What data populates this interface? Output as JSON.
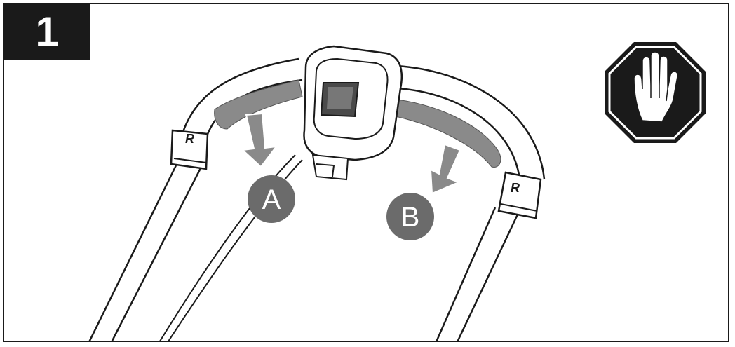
{
  "step": {
    "number": "1"
  },
  "callouts": [
    {
      "id": "A",
      "label": "A"
    },
    {
      "id": "B",
      "label": "B"
    }
  ],
  "icons": {
    "brand_mark": "R",
    "stop": "stop-hand-icon"
  },
  "colors": {
    "badge": "#1a1a1a",
    "callout": "#6b6b6b",
    "grip": "#8a8a8a",
    "arrow": "#8a8a8a",
    "line": "#1a1a1a",
    "stop_fill": "#1a1a1a"
  }
}
